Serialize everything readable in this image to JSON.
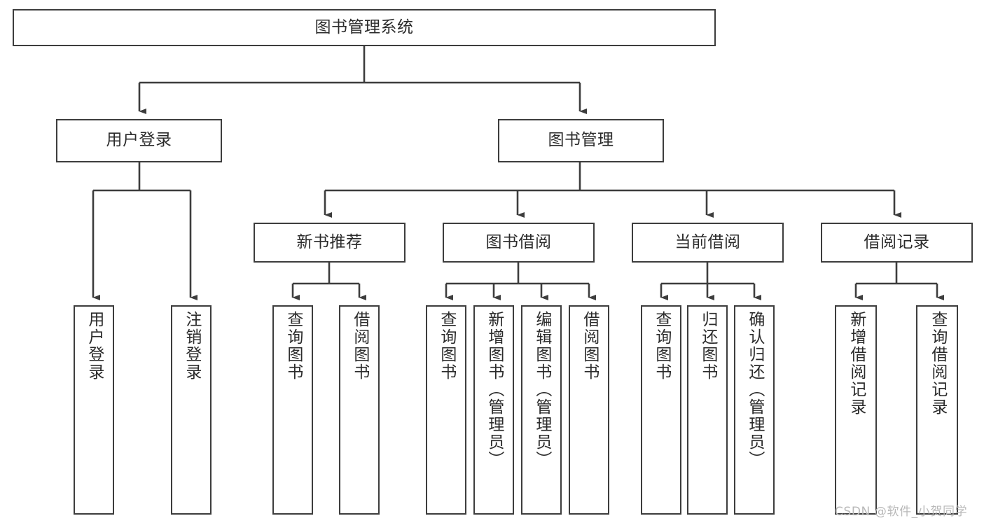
{
  "diagram": {
    "type": "tree-hierarchy",
    "title": "图书管理系统",
    "style": {
      "stroke": "#3d3d3d",
      "box_fill": "#ffffff",
      "text_color": "#2b2b2b",
      "background": "#ffffff",
      "watermark_color": "#b9b9b9"
    },
    "nodes": {
      "root": {
        "label": "图书管理系统",
        "orientation": "horizontal"
      },
      "level1": [
        {
          "label": "用户登录",
          "orientation": "horizontal"
        },
        {
          "label": "图书管理",
          "orientation": "horizontal"
        }
      ],
      "level2": [
        {
          "label": "新书推荐",
          "orientation": "horizontal"
        },
        {
          "label": "图书借阅",
          "orientation": "horizontal"
        },
        {
          "label": "当前借阅",
          "orientation": "horizontal"
        },
        {
          "label": "借阅记录",
          "orientation": "horizontal"
        }
      ],
      "leaves": {
        "user_login": [
          {
            "label": "用户登录",
            "orientation": "vertical"
          },
          {
            "label": "注销登录",
            "orientation": "vertical"
          }
        ],
        "new_book_recommend": [
          {
            "label": "查询图书",
            "orientation": "vertical"
          },
          {
            "label": "借阅图书",
            "orientation": "vertical"
          }
        ],
        "book_borrow": [
          {
            "label": "查询图书",
            "orientation": "vertical"
          },
          {
            "label": "新增图书（管理员）",
            "orientation": "vertical"
          },
          {
            "label": "编辑图书（管理员）",
            "orientation": "vertical"
          },
          {
            "label": "借阅图书",
            "orientation": "vertical"
          }
        ],
        "current_borrow": [
          {
            "label": "查询图书",
            "orientation": "vertical"
          },
          {
            "label": "归还图书",
            "orientation": "vertical"
          },
          {
            "label": "确认归还（管理员）",
            "orientation": "vertical"
          }
        ],
        "borrow_record": [
          {
            "label": "新增借阅记录",
            "orientation": "vertical"
          },
          {
            "label": "查询借阅记录",
            "orientation": "vertical"
          }
        ]
      }
    },
    "edges": [
      {
        "from": "图书管理系统",
        "to": "用户登录"
      },
      {
        "from": "图书管理系统",
        "to": "图书管理"
      },
      {
        "from": "用户登录",
        "to": "用户登录"
      },
      {
        "from": "用户登录",
        "to": "注销登录"
      },
      {
        "from": "图书管理",
        "to": "新书推荐"
      },
      {
        "from": "图书管理",
        "to": "图书借阅"
      },
      {
        "from": "图书管理",
        "to": "当前借阅"
      },
      {
        "from": "图书管理",
        "to": "借阅记录"
      },
      {
        "from": "新书推荐",
        "to": "查询图书"
      },
      {
        "from": "新书推荐",
        "to": "借阅图书"
      },
      {
        "from": "图书借阅",
        "to": "查询图书"
      },
      {
        "from": "图书借阅",
        "to": "新增图书（管理员）"
      },
      {
        "from": "图书借阅",
        "to": "编辑图书（管理员）"
      },
      {
        "from": "图书借阅",
        "to": "借阅图书"
      },
      {
        "from": "当前借阅",
        "to": "查询图书"
      },
      {
        "from": "当前借阅",
        "to": "归还图书"
      },
      {
        "from": "当前借阅",
        "to": "确认归还（管理员）"
      },
      {
        "from": "借阅记录",
        "to": "新增借阅记录"
      },
      {
        "from": "借阅记录",
        "to": "查询借阅记录"
      }
    ],
    "watermark": "CSDN @软件_小贺同学"
  }
}
